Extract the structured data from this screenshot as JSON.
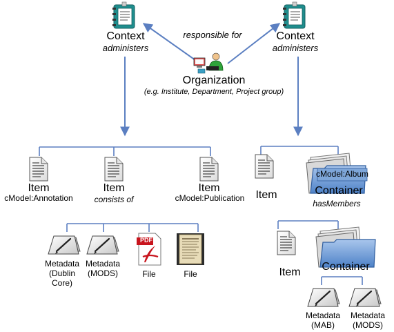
{
  "contexts": [
    {
      "title": "Context",
      "role": "administers"
    },
    {
      "title": "Context",
      "role": "administers"
    }
  ],
  "relation": "responsible for",
  "organization": {
    "title": "Organization",
    "subtitle": "(e.g. Institute, Department, Project group)"
  },
  "left_branch": {
    "items": [
      {
        "title": "Item",
        "sub": "cModel:Annotation"
      },
      {
        "title": "Item",
        "sub": "consists of"
      },
      {
        "title": "Item",
        "sub": "cModel:Publication"
      }
    ],
    "children": [
      {
        "line1": "Metadata",
        "line2": "(Dublin",
        "line3": "Core)"
      },
      {
        "line1": "Metadata",
        "line2": "(MODS)"
      },
      {
        "label": "File",
        "badge": "PDF"
      },
      {
        "label": "File"
      }
    ]
  },
  "right_branch": {
    "item": {
      "title": "Item"
    },
    "container": {
      "badge": "cModel:Album",
      "title": "Container",
      "sub": "hasMembers"
    },
    "members": {
      "item": {
        "title": "Item"
      },
      "container": {
        "title": "Container"
      },
      "metadata": [
        {
          "line1": "Metadata",
          "line2": "(MAB)"
        },
        {
          "line1": "Metadata",
          "line2": "(MODS)"
        }
      ]
    }
  },
  "colors": {
    "arrow": "#5b7fc1",
    "tree": "#5b7fc1",
    "folder": "#7ea6d9",
    "pdf": "#c8141d"
  }
}
